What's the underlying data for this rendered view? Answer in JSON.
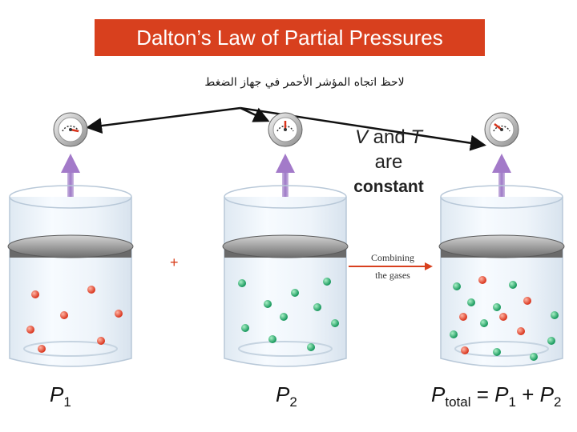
{
  "title": "Dalton’s Law of Partial Pressures",
  "note": "لاحظ اتجاه المؤشر الأحمر في جهاز الضغط",
  "constant_label": {
    "v": "V",
    "and": "and",
    "t": "T",
    "are": "are",
    "constant": "constant"
  },
  "operator_plus": "+",
  "combining_label": {
    "line1": "Combining",
    "line2": "the gases"
  },
  "pressure_labels": {
    "p": "P",
    "sub1": "1",
    "sub2": "2",
    "sub_total": "total",
    "equals": "=",
    "plus": "+"
  },
  "colors": {
    "title_bg": "#d8401e",
    "gas_red": "#e0452b",
    "gas_green": "#2aa865",
    "arrow": "#a37ac9",
    "combining_arrow": "#d8401e"
  }
}
